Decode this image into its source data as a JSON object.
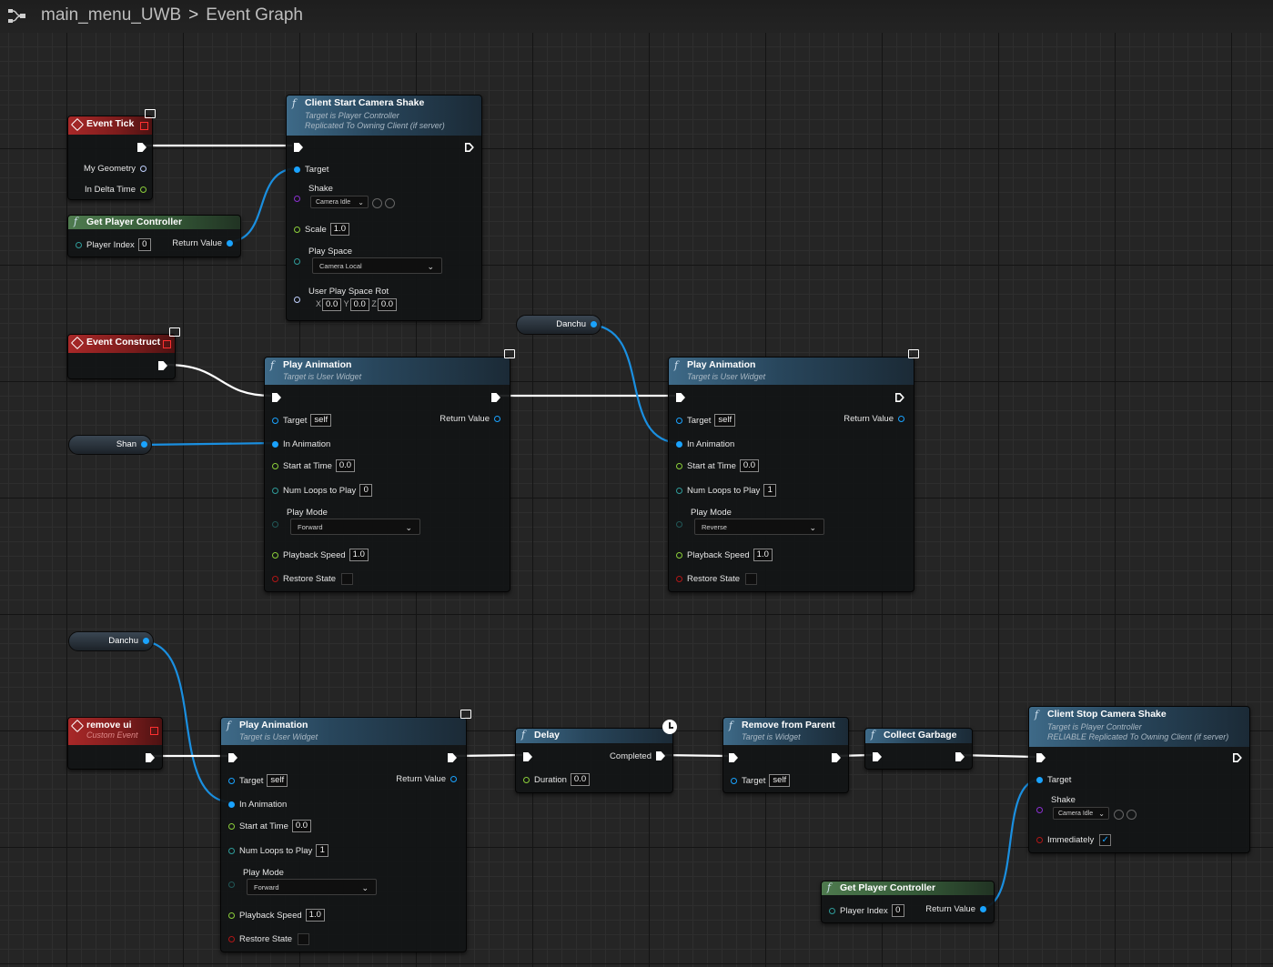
{
  "breadcrumb": {
    "blueprint": "main_menu_UWB",
    "separator": ">",
    "graph": "Event Graph"
  },
  "nodes": {
    "event_tick": {
      "title": "Event Tick",
      "pins": {
        "my_geometry": "My Geometry",
        "in_delta_time": "In Delta Time"
      }
    },
    "get_pc_1": {
      "title": "Get Player Controller",
      "player_index": "Player Index",
      "player_index_value": "0",
      "return_value": "Return Value"
    },
    "cam_shake_start": {
      "title": "Client Start Camera Shake",
      "subtitle1": "Target is Player Controller",
      "subtitle2": "Replicated To Owning Client (if server)",
      "target": "Target",
      "shake": "Shake",
      "shake_value": "Camera Idle",
      "scale": "Scale",
      "scale_value": "1.0",
      "play_space": "Play Space",
      "play_space_value": "Camera Local",
      "user_rot": "User Play Space Rot",
      "x": "X",
      "y": "Y",
      "z": "Z",
      "x_value": "0.0",
      "y_value": "0.0",
      "z_value": "0.0"
    },
    "event_construct": {
      "title": "Event Construct"
    },
    "var_shan": {
      "label": "Shan"
    },
    "var_danchu_1": {
      "label": "Danchu"
    },
    "var_danchu_2": {
      "label": "Danchu"
    },
    "play_anim_1": {
      "title": "Play Animation",
      "subtitle": "Target is User Widget",
      "target": "Target",
      "target_value": "self",
      "return_value": "Return Value",
      "in_animation": "In Animation",
      "start_at_time": "Start at Time",
      "start_value": "0.0",
      "num_loops": "Num Loops to Play",
      "loops_value": "0",
      "play_mode": "Play Mode",
      "play_mode_value": "Forward",
      "playback_speed": "Playback Speed",
      "speed_value": "1.0",
      "restore_state": "Restore State"
    },
    "play_anim_2": {
      "title": "Play Animation",
      "subtitle": "Target is User Widget",
      "target": "Target",
      "target_value": "self",
      "return_value": "Return Value",
      "in_animation": "In Animation",
      "start_at_time": "Start at Time",
      "start_value": "0.0",
      "num_loops": "Num Loops to Play",
      "loops_value": "1",
      "play_mode": "Play Mode",
      "play_mode_value": "Reverse",
      "playback_speed": "Playback Speed",
      "speed_value": "1.0",
      "restore_state": "Restore State"
    },
    "remove_ui": {
      "title": "remove ui",
      "subtitle": "Custom Event"
    },
    "play_anim_3": {
      "title": "Play Animation",
      "subtitle": "Target is User Widget",
      "target": "Target",
      "target_value": "self",
      "return_value": "Return Value",
      "in_animation": "In Animation",
      "start_at_time": "Start at Time",
      "start_value": "0.0",
      "num_loops": "Num Loops to Play",
      "loops_value": "1",
      "play_mode": "Play Mode",
      "play_mode_value": "Forward",
      "playback_speed": "Playback Speed",
      "speed_value": "1.0",
      "restore_state": "Restore State"
    },
    "delay": {
      "title": "Delay",
      "completed": "Completed",
      "duration": "Duration",
      "duration_value": "0.0"
    },
    "remove_from_parent": {
      "title": "Remove from Parent",
      "subtitle": "Target is Widget",
      "target": "Target",
      "target_value": "self"
    },
    "collect_garbage": {
      "title": "Collect Garbage"
    },
    "cam_shake_stop": {
      "title": "Client Stop Camera Shake",
      "subtitle1": "Target is Player Controller",
      "subtitle2": "RELIABLE Replicated To Owning Client (if server)",
      "target": "Target",
      "shake": "Shake",
      "shake_value": "Camera Idle",
      "immediately": "Immediately",
      "immediately_checked": true
    },
    "get_pc_2": {
      "title": "Get Player Controller",
      "player_index": "Player Index",
      "player_index_value": "0",
      "return_value": "Return Value"
    }
  },
  "colors": {
    "exec": "#ffffff",
    "object": "#1aa3ff",
    "float": "#8ccf3a",
    "enum": "#2f9c9a",
    "class": "#8a2fd0",
    "bool": "#b01616",
    "function_header": "#3e6a88",
    "pure_header": "#4e7a4e",
    "event_header": "#a82828"
  },
  "icons": {
    "graph": "blueprint-graph-icon",
    "function": "function-icon",
    "event": "event-diamond-icon",
    "replicated": "replicated-monitor-icon",
    "latent": "clock-icon"
  }
}
